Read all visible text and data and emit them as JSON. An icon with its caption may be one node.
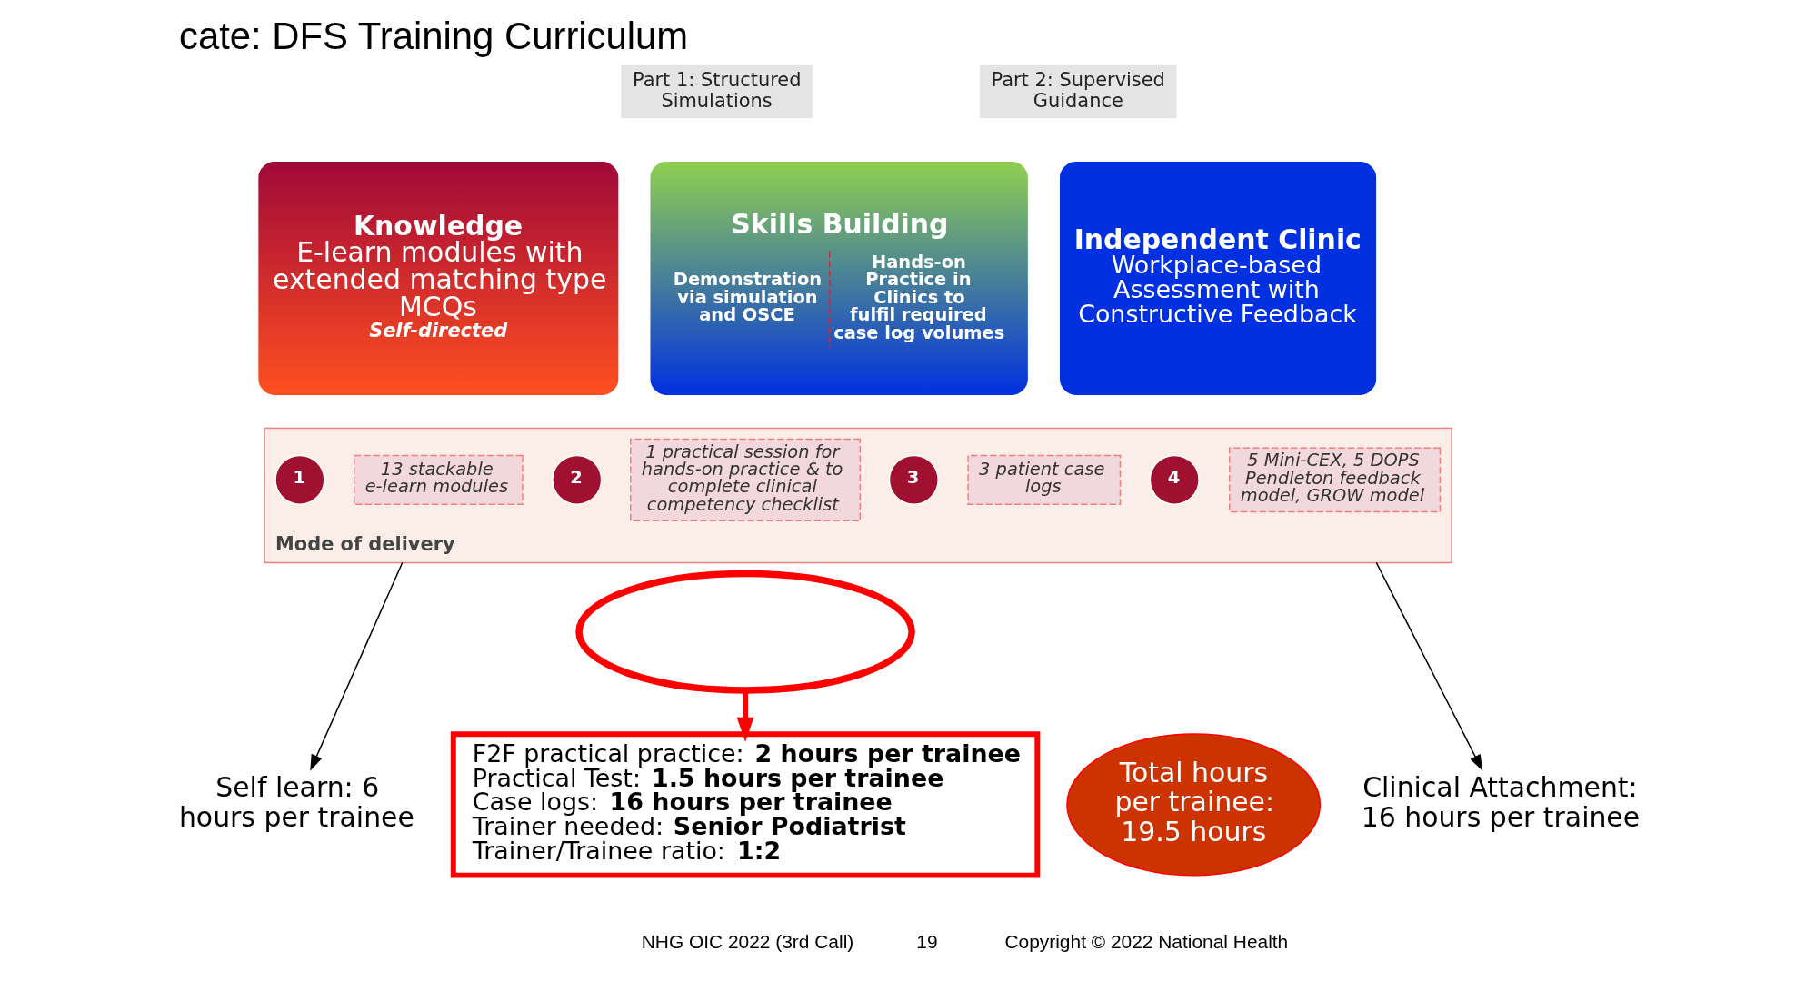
{
  "diagram": {
    "title": "cate: DFS Training Curriculum",
    "nodes": [
      {
        "text": [
          "Part 1: Structured Simulations"
        ]
      },
      {
        "text": [
          "Part 2: Supervised Guidance"
        ]
      },
      {
        "text": [
          "Knowledge",
          "E-learn modules with extended matching type MCQs",
          "Self-directed"
        ]
      },
      {
        "text": [
          "Skills Building",
          "Demonstration via simulation and OSCE",
          "Hands-on Practice in Clinics to fulfil required case log volumes"
        ]
      },
      {
        "text": [
          "Independent Clinic",
          "Workplace-based Assessment with Constructive Feedback"
        ]
      },
      {
        "text": [
          "Mode of delivery"
        ]
      },
      {
        "text": [
          "1"
        ],
        "in": 5
      },
      {
        "text": [
          "13 stackable e-learn modules"
        ],
        "in": 5
      },
      {
        "text": [
          "2"
        ],
        "in": 5
      },
      {
        "text": [
          "1 practical session for hands-on practice & to complete clinical competency checklist"
        ],
        "in": 5
      },
      {
        "text": [
          "3"
        ],
        "in": 5
      },
      {
        "text": [
          "3 patient case logs"
        ],
        "in": 5
      },
      {
        "text": [
          "4"
        ],
        "in": 5
      },
      {
        "text": [
          "5 Mini-CEX, 5 DOPS Pendleton feedback model, GROW model"
        ],
        "in": 5
      },
      {
        "text": [],
        "shape": "circle"
      },
      {
        "text": [
          "Self learn: 6 hours per trainee"
        ]
      },
      {
        "text": [
          "F2F practical practice: **2 hours per trainee**",
          "Practical Test: **1.5 hours per trainee**",
          "Case logs: **16 hours per trainee**",
          "Trainer needed: **Senior Podiatrist**",
          "Trainer/Trainee ratio: **1:2**"
        ]
      },
      {
        "text": [
          "Total hours per trainee: 19.5 hours"
        ]
      },
      {
        "text": [
          "Clinical Attachment: 16 hours per trainee"
        ]
      }
    ],
    "edges": [
      {
        "from": 5,
        "to": 15,
        "arrow": "to"
      },
      {
        "from": 14,
        "to": 16,
        "arrow": "to",
        "style": "thick",
        "color": "#ff0000"
      },
      {
        "from": 5,
        "to": 18,
        "arrow": "to"
      }
    ],
    "labels": [
      "NHG OIC 2022 (3rd Call)",
      "19",
      "Copyright © 2022 National Health"
    ]
  }
}
